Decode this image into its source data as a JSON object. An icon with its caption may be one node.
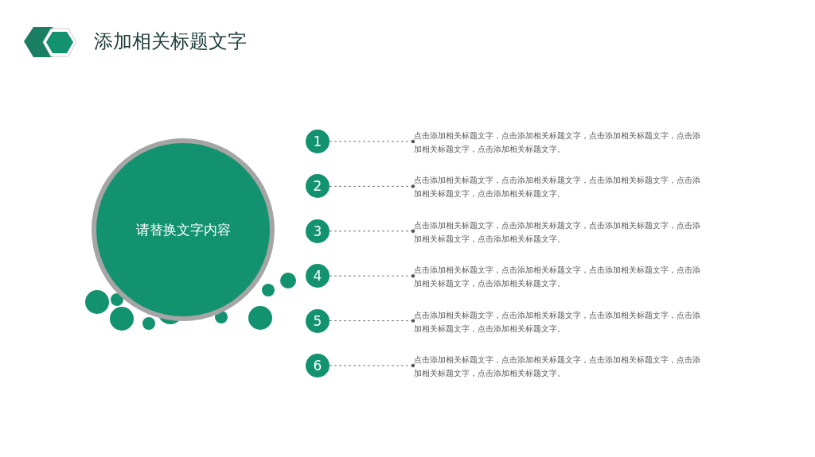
{
  "diagram": {
    "title": "添加相关标题文字",
    "nodes": [
      {
        "text": [
          "请替换文字内容"
        ]
      },
      {
        "text": [
          "1"
        ]
      },
      {
        "text": [
          "点击添加相关标题文字，点击添加相关标题文字，点击添加相关标题文字，点击添加相关标题文字，点击添加相关标题文字。"
        ]
      },
      {
        "text": [
          "2"
        ]
      },
      {
        "text": [
          "点击添加相关标题文字，点击添加相关标题文字，点击添加相关标题文字，点击添加相关标题文字，点击添加相关标题文字。"
        ]
      },
      {
        "text": [
          "3"
        ]
      },
      {
        "text": [
          "点击添加相关标题文字，点击添加相关标题文字，点击添加相关标题文字，点击添加相关标题文字，点击添加相关标题文字。"
        ]
      },
      {
        "text": [
          "4"
        ]
      },
      {
        "text": [
          "点击添加相关标题文字，点击添加相关标题文字，点击添加相关标题文字，点击添加相关标题文字，点击添加相关标题文字。"
        ]
      },
      {
        "text": [
          "5"
        ]
      },
      {
        "text": [
          "点击添加相关标题文字，点击添加相关标题文字，点击添加相关标题文字，点击添加相关标题文字，点击添加相关标题文字。"
        ]
      },
      {
        "text": [
          "6"
        ]
      },
      {
        "text": [
          "点击添加相关标题文字，点击添加相关标题文字，点击添加相关标题文字，点击添加相关标题文字，点击添加相关标题文字。"
        ]
      }
    ],
    "edges": [
      {
        "from": 1,
        "to": 2,
        "arrow": "other",
        "style": "dashed"
      },
      {
        "from": 3,
        "to": 4,
        "arrow": "other",
        "style": "dashed"
      },
      {
        "from": 5,
        "to": 6,
        "arrow": "other",
        "style": "dashed"
      },
      {
        "from": 7,
        "to": 8,
        "arrow": "other",
        "style": "dashed"
      },
      {
        "from": 9,
        "to": 10,
        "arrow": "other",
        "style": "dashed"
      },
      {
        "from": 11,
        "to": 12,
        "arrow": "other",
        "style": "dashed"
      }
    ]
  }
}
